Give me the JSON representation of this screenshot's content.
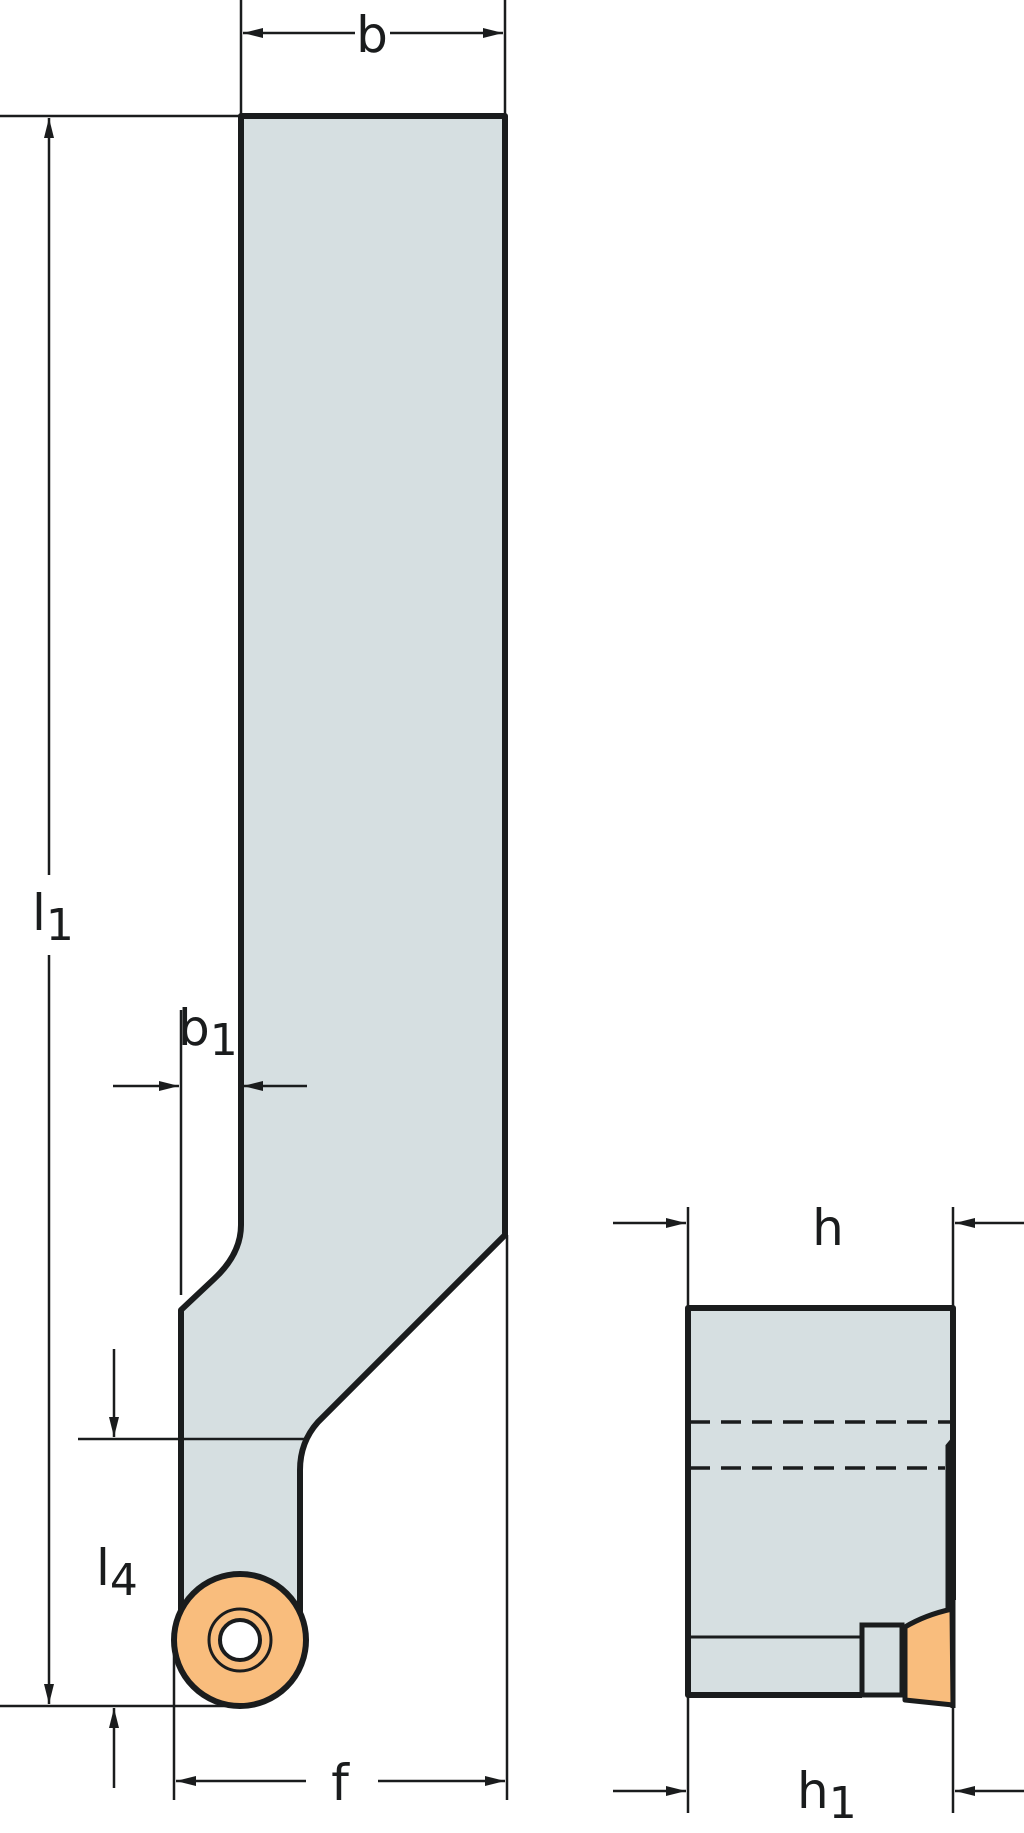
{
  "title": "Boring bar holder with round insert - technical dimension drawing",
  "colors": {
    "body_fill": "#d6dfe1",
    "insert_fill": "#f9bd7d",
    "outline": "#1a1c1d",
    "background": "#ffffff"
  },
  "side_view": {
    "dimensions": {
      "b": "b",
      "b1_main": "b",
      "b1_sub": "1",
      "l1_main": "l",
      "l1_sub": "1",
      "l4_main": "l",
      "l4_sub": "4",
      "f": "f"
    }
  },
  "end_view": {
    "dimensions": {
      "h": "h",
      "h1_main": "h",
      "h1_sub": "1"
    }
  }
}
